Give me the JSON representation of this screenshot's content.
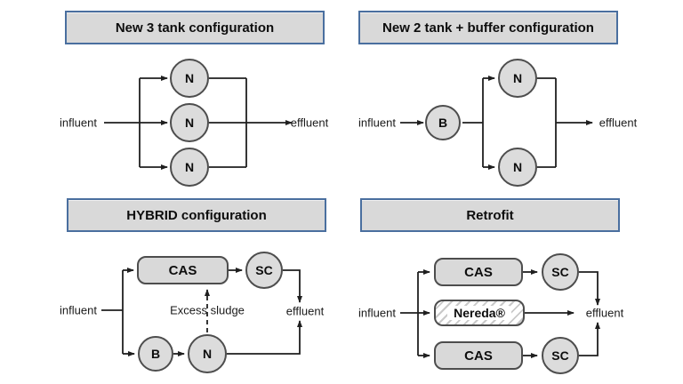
{
  "colors": {
    "panel_fill": "#d9d9d9",
    "panel_border": "#4a6f9f",
    "node_fill": "#dcdcdc",
    "node_border": "#4d4d4d",
    "line": "#1f1f1f",
    "hatch": "#c9c9c9"
  },
  "quadrants": {
    "new3": {
      "title": "New 3 tank configuration",
      "influent": "influent",
      "effluent": "effluent",
      "tanks": [
        "N",
        "N",
        "N"
      ]
    },
    "new2buffer": {
      "title": "New 2 tank + buffer configuration",
      "influent": "influent",
      "effluent": "effluent",
      "buffer": "B",
      "tanks": [
        "N",
        "N"
      ]
    },
    "hybrid": {
      "title": "HYBRID configuration",
      "influent": "influent",
      "effluent": "effluent",
      "cas": "CAS",
      "clarifier": "SC",
      "buffer": "B",
      "tank": "N",
      "excess_sludge": "Excess sludge"
    },
    "retrofit": {
      "title": "Retrofit",
      "influent": "influent",
      "effluent": "effluent",
      "cas_top": "CAS",
      "clarifier_top": "SC",
      "nereda": "Nereda®",
      "cas_bottom": "CAS",
      "clarifier_bottom": "SC"
    }
  }
}
